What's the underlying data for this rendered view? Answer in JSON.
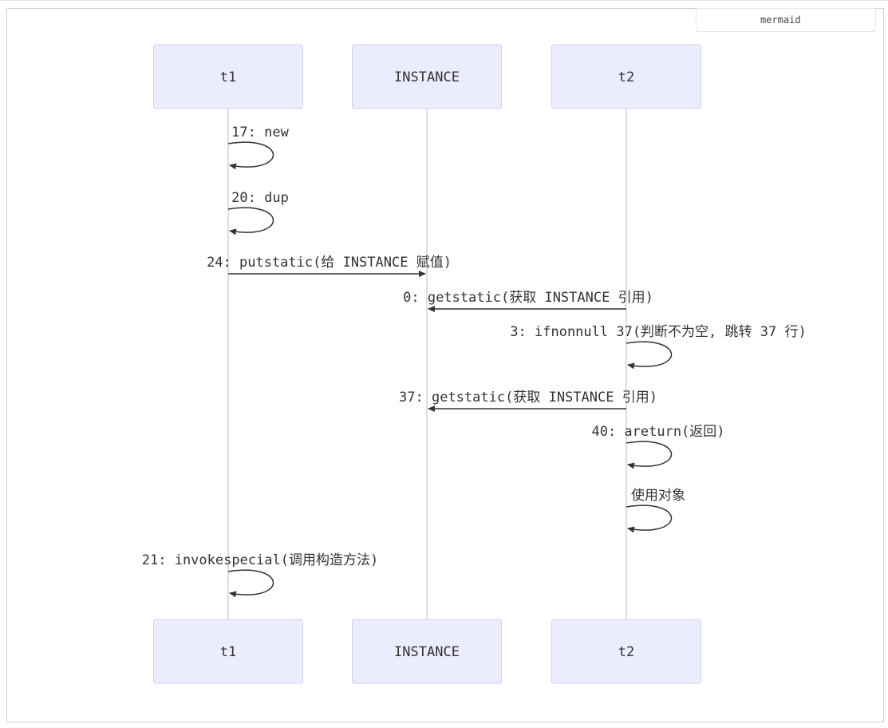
{
  "badge": {
    "label": "mermaid"
  },
  "participants": [
    {
      "id": "t1",
      "label": "t1"
    },
    {
      "id": "instance",
      "label": "INSTANCE"
    },
    {
      "id": "t2",
      "label": "t2"
    }
  ],
  "messages": [
    {
      "from": "t1",
      "to": "t1",
      "label": "17: new"
    },
    {
      "from": "t1",
      "to": "t1",
      "label": "20: dup"
    },
    {
      "from": "t1",
      "to": "instance",
      "label": "24: putstatic(给 INSTANCE 赋值)"
    },
    {
      "from": "t2",
      "to": "instance",
      "label": "0: getstatic(获取 INSTANCE 引用)"
    },
    {
      "from": "t2",
      "to": "t2",
      "label": "3: ifnonnull 37(判断不为空, 跳转 37 行)"
    },
    {
      "from": "t2",
      "to": "instance",
      "label": "37: getstatic(获取 INSTANCE 引用)"
    },
    {
      "from": "t2",
      "to": "t2",
      "label": "40: areturn(返回)"
    },
    {
      "from": "t2",
      "to": "t2",
      "label": "使用对象"
    },
    {
      "from": "t1",
      "to": "t1",
      "label": "21: invokespecial(调用构造方法)"
    }
  ]
}
